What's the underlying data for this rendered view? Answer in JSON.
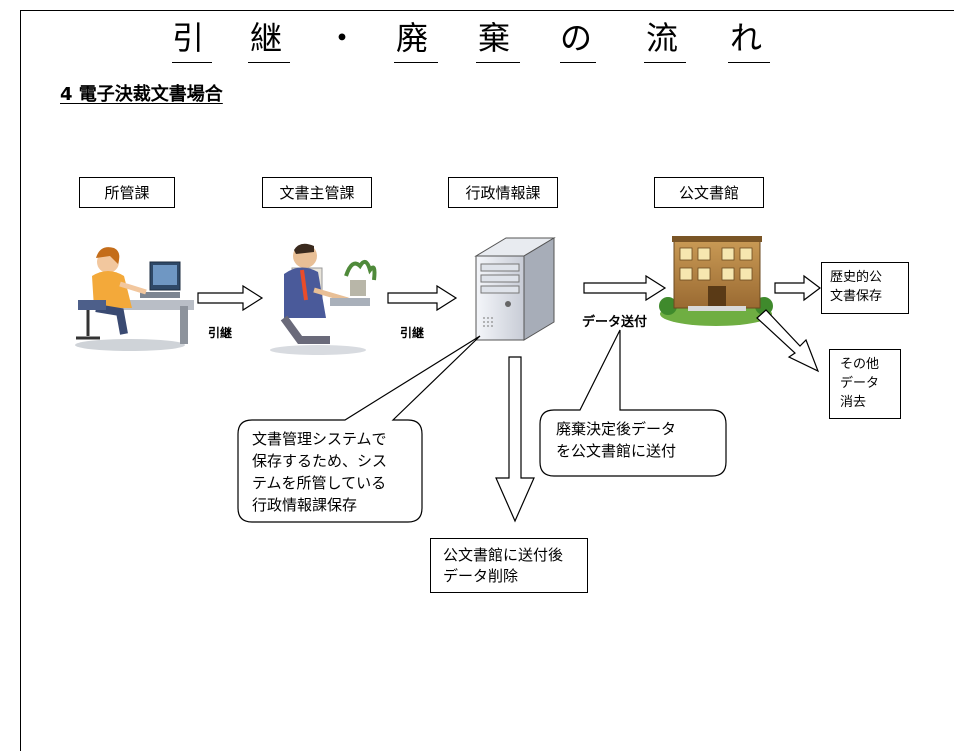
{
  "title": {
    "chars": [
      "引",
      "継",
      "・",
      "廃",
      "棄",
      "の",
      "流",
      "れ"
    ]
  },
  "subtitle": "4 電子決裁文書場合",
  "departments": {
    "shokan": "所管課",
    "bunsho": "文書主管課",
    "gyosei": "行政情報課",
    "kobunsho": "公文書館"
  },
  "transfer_labels": {
    "hikitsugi_1": "引継",
    "hikitsugi_2": "引継",
    "data_soufu": "データ送付"
  },
  "outcomes": {
    "rekishi": [
      "歴史的公",
      "文書保存"
    ],
    "sonota": [
      "その他",
      "データ",
      "消去"
    ],
    "delete": [
      "公文書館に送付後",
      "データ削除"
    ]
  },
  "callouts": {
    "system_note": [
      "文書管理システムで",
      "保存するため、シス",
      "テムを所管している",
      "行政情報課保存"
    ],
    "haiki_note": [
      "廃棄決定後データ",
      "を公文書館に送付"
    ]
  },
  "icons": {
    "clerk_woman": "woman-at-computer-icon",
    "clerk_man": "man-at-computer-icon",
    "server": "server-tower-icon",
    "archive": "archive-building-icon"
  }
}
